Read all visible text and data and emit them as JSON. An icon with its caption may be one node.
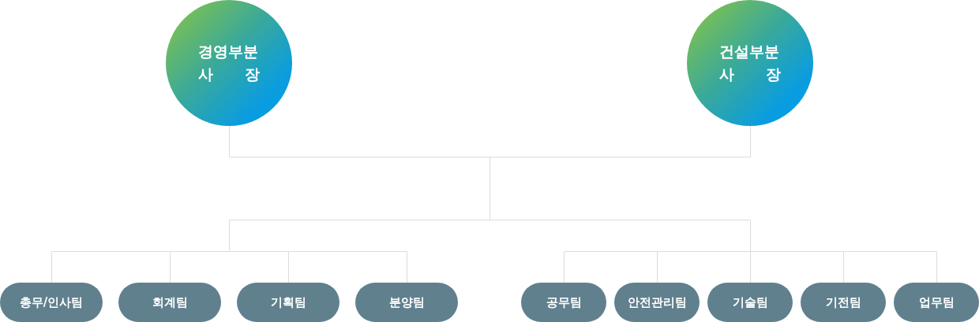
{
  "diagram": {
    "nodes": [
      {
        "text": [
          "경영부분 사 장"
        ]
      },
      {
        "text": [
          "건설부분 사 장"
        ]
      },
      {
        "text": [
          "총무/인사팀"
        ]
      },
      {
        "text": [
          "회계팀"
        ]
      },
      {
        "text": [
          "기획팀"
        ]
      },
      {
        "text": [
          "분양팀"
        ]
      },
      {
        "text": [
          "공무팀"
        ]
      },
      {
        "text": [
          "안전관리팀"
        ]
      },
      {
        "text": [
          "기술팀"
        ]
      },
      {
        "text": [
          "기전팀"
        ]
      },
      {
        "text": [
          "업무팀"
        ]
      }
    ],
    "edges": [
      {
        "from": 0,
        "to": 2,
        "arrow": "none"
      },
      {
        "from": 0,
        "to": 3,
        "arrow": "none"
      },
      {
        "from": 0,
        "to": 4,
        "arrow": "none"
      },
      {
        "from": 0,
        "to": 5,
        "arrow": "none"
      },
      {
        "from": 0,
        "to": 6,
        "arrow": "none"
      },
      {
        "from": 0,
        "to": 7,
        "arrow": "none"
      },
      {
        "from": 0,
        "to": 8,
        "arrow": "none"
      },
      {
        "from": 0,
        "to": 9,
        "arrow": "none"
      },
      {
        "from": 0,
        "to": 10,
        "arrow": "none"
      },
      {
        "from": 1,
        "to": 2,
        "arrow": "none"
      },
      {
        "from": 1,
        "to": 3,
        "arrow": "none"
      },
      {
        "from": 1,
        "to": 4,
        "arrow": "none"
      },
      {
        "from": 1,
        "to": 5,
        "arrow": "none"
      },
      {
        "from": 1,
        "to": 6,
        "arrow": "none"
      },
      {
        "from": 1,
        "to": 7,
        "arrow": "none"
      },
      {
        "from": 1,
        "to": 8,
        "arrow": "none"
      },
      {
        "from": 1,
        "to": 9,
        "arrow": "none"
      },
      {
        "from": 1,
        "to": 10,
        "arrow": "none"
      }
    ]
  }
}
